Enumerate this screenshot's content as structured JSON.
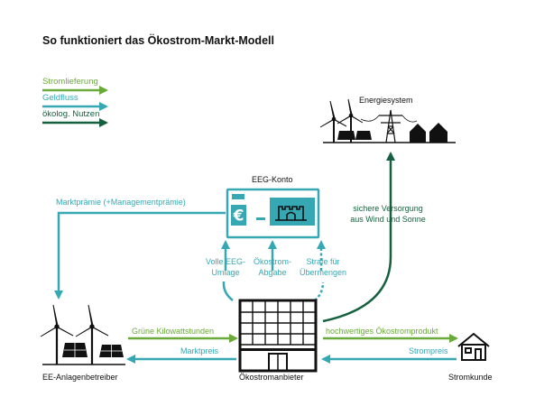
{
  "title": "So funktioniert das Ökostrom-Markt-Modell",
  "colors": {
    "stromlieferung": "#6aaa3a",
    "geldfluss": "#35a8b4",
    "nutzen": "#15613f",
    "icon": "#111111"
  },
  "legend": [
    {
      "label": "Stromlieferung",
      "color": "#6aaa3a"
    },
    {
      "label": "Geldfluss",
      "color": "#35a8b4"
    },
    {
      "label": "ökolog. Nutzen",
      "color": "#15613f"
    }
  ],
  "nodes": {
    "energiesystem": "Energiesystem",
    "eeg_konto": "EEG-Konto",
    "anlagenbetreiber": "EE-Anlagenbetreiber",
    "oekostromanbieter": "Ökostromanbieter",
    "stromkunde": "Stromkunde"
  },
  "flows": {
    "marktpraemie": "Marktprämie (+Managementprämie)",
    "sichere_versorgung_1": "sichere Versorgung",
    "sichere_versorgung_2": "aus Wind und Sonne",
    "volle_eeg_1": "Volle EEG-",
    "volle_eeg_2": "Umlage",
    "oekostrom_abgabe_1": "Ökostrom-",
    "oekostrom_abgabe_2": "Abgabe",
    "strafe_1": "Strafe für",
    "strafe_2": "Übermengen",
    "gruene_kwh": "Grüne Kilowattstunden",
    "marktpreis": "Marktpreis",
    "produkt": "hochwertiges Ökostromprodukt",
    "strompreis": "Strompreis"
  },
  "icons": [
    "euro-icon",
    "castle-icon",
    "wind-turbine-icon",
    "solar-panel-icon",
    "power-pylon-icon",
    "house-icon",
    "office-building-icon"
  ]
}
